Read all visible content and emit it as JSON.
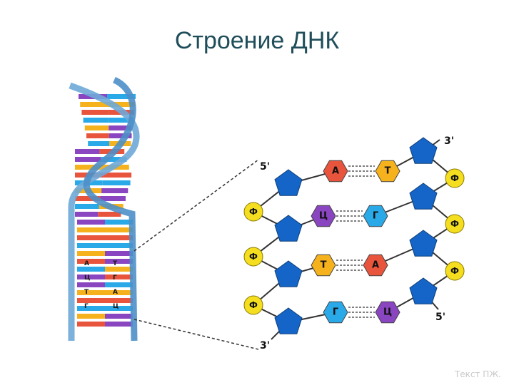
{
  "title": "Строение ДНК",
  "watermark": "Текст ПЖ.",
  "colors": {
    "sugar": "#1565c8",
    "phosphate": "#f5de1f",
    "adenine": "#e8543c",
    "thymine": "#f6b21d",
    "guanine": "#2aa9e8",
    "cytosine": "#8a45c0",
    "helix_backbone": "#6ea9d8"
  },
  "ends": {
    "top_left": "5'",
    "top_right": "3'",
    "bottom_left": "3'",
    "bottom_right": "5'"
  },
  "phosphate_label": "Ф",
  "base_pairs": [
    {
      "left": "А",
      "right": "Т",
      "left_type": "adenine",
      "right_type": "thymine"
    },
    {
      "left": "Ц",
      "right": "Г",
      "left_type": "cytosine",
      "right_type": "guanine"
    },
    {
      "left": "Т",
      "right": "А",
      "left_type": "thymine",
      "right_type": "adenine"
    },
    {
      "left": "Г",
      "right": "Ц",
      "left_type": "guanine",
      "right_type": "cytosine"
    }
  ],
  "helix_labels": [
    {
      "left": "А",
      "right": "Т"
    },
    {
      "left": "Ц",
      "right": "Г"
    },
    {
      "left": "Т",
      "right": "А"
    },
    {
      "left": "Г",
      "right": "Ц"
    }
  ]
}
